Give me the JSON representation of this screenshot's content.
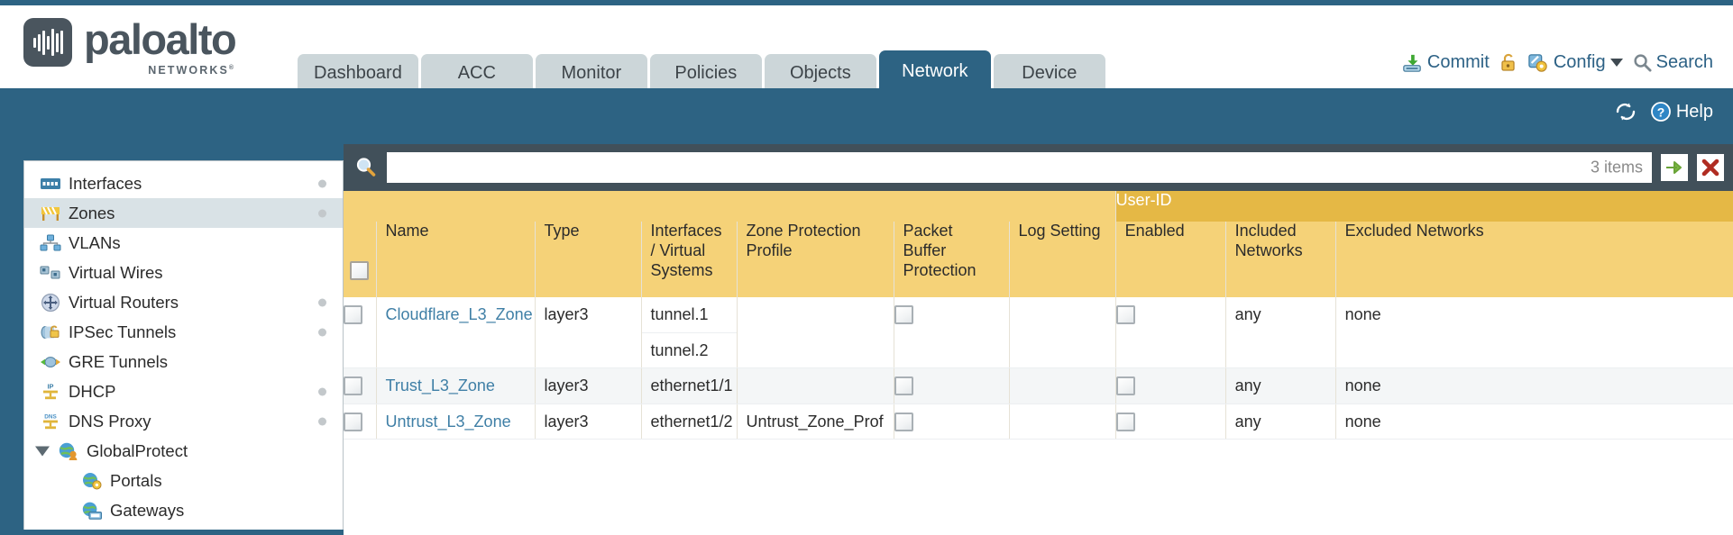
{
  "brand": {
    "name": "paloalto",
    "tagline": "NETWORKS",
    "registered": "®"
  },
  "tabs": [
    {
      "label": "Dashboard",
      "active": false
    },
    {
      "label": "ACC",
      "active": false
    },
    {
      "label": "Monitor",
      "active": false
    },
    {
      "label": "Policies",
      "active": false
    },
    {
      "label": "Objects",
      "active": false
    },
    {
      "label": "Network",
      "active": true
    },
    {
      "label": "Device",
      "active": false
    }
  ],
  "top_actions": {
    "commit": "Commit",
    "lock_icon": "lock-icon",
    "config": "Config",
    "search": "Search"
  },
  "subbar": {
    "refresh_icon": "refresh-icon",
    "help": "Help"
  },
  "sidebar": {
    "items": [
      {
        "label": "Interfaces",
        "icon": "interfaces-icon",
        "dot": true,
        "selected": false,
        "child": false,
        "caret": false
      },
      {
        "label": "Zones",
        "icon": "zones-icon",
        "dot": true,
        "selected": true,
        "child": false,
        "caret": false
      },
      {
        "label": "VLANs",
        "icon": "vlans-icon",
        "dot": false,
        "selected": false,
        "child": false,
        "caret": false
      },
      {
        "label": "Virtual Wires",
        "icon": "virtual-wires-icon",
        "dot": false,
        "selected": false,
        "child": false,
        "caret": false
      },
      {
        "label": "Virtual Routers",
        "icon": "virtual-routers-icon",
        "dot": true,
        "selected": false,
        "child": false,
        "caret": false
      },
      {
        "label": "IPSec Tunnels",
        "icon": "ipsec-tunnels-icon",
        "dot": true,
        "selected": false,
        "child": false,
        "caret": false
      },
      {
        "label": "GRE Tunnels",
        "icon": "gre-tunnels-icon",
        "dot": false,
        "selected": false,
        "child": false,
        "caret": false
      },
      {
        "label": "DHCP",
        "icon": "dhcp-icon",
        "dot": true,
        "selected": false,
        "child": false,
        "caret": false
      },
      {
        "label": "DNS Proxy",
        "icon": "dns-proxy-icon",
        "dot": true,
        "selected": false,
        "child": false,
        "caret": false
      },
      {
        "label": "GlobalProtect",
        "icon": "globalprotect-icon",
        "dot": false,
        "selected": false,
        "child": false,
        "caret": true
      },
      {
        "label": "Portals",
        "icon": "portals-icon",
        "dot": false,
        "selected": false,
        "child": true,
        "caret": false
      },
      {
        "label": "Gateways",
        "icon": "gateways-icon",
        "dot": false,
        "selected": false,
        "child": true,
        "caret": false
      }
    ]
  },
  "search": {
    "icon": "search-magnifier-icon",
    "value": "",
    "placeholder": "",
    "items_count": "3 items",
    "apply_icon": "green-arrow-icon",
    "clear_icon": "red-x-icon"
  },
  "table": {
    "group_header": "User-ID",
    "columns": [
      "Name",
      "Type",
      "Interfaces / Virtual Systems",
      "Zone Protection Profile",
      "Packet Buffer Protection",
      "Log Setting",
      "Enabled",
      "Included Networks",
      "Excluded Networks"
    ],
    "rows": [
      {
        "name": "Cloudflare_L3_Zone",
        "type": "layer3",
        "interfaces": [
          "tunnel.1",
          "tunnel.2"
        ],
        "zone_protection_profile": "",
        "packet_buffer_protection": false,
        "log_setting": "",
        "userid_enabled": false,
        "included_networks": "any",
        "excluded_networks": "none"
      },
      {
        "name": "Trust_L3_Zone",
        "type": "layer3",
        "interfaces": [
          "ethernet1/1"
        ],
        "zone_protection_profile": "",
        "packet_buffer_protection": false,
        "log_setting": "",
        "userid_enabled": false,
        "included_networks": "any",
        "excluded_networks": "none"
      },
      {
        "name": "Untrust_L3_Zone",
        "type": "layer3",
        "interfaces": [
          "ethernet1/2"
        ],
        "zone_protection_profile": "Untrust_Zone_Prof",
        "packet_buffer_protection": false,
        "log_setting": "",
        "userid_enabled": false,
        "included_networks": "any",
        "excluded_networks": "none"
      }
    ]
  },
  "colors": {
    "brand_slate": "#4a555e",
    "header_blue": "#2d6383",
    "tab_inactive": "#ccd6d9",
    "table_header_amber": "#f5d278",
    "group_header_amber": "#e5b845",
    "link_blue": "#3f7fa6",
    "searchbar_dark": "#41505a"
  }
}
